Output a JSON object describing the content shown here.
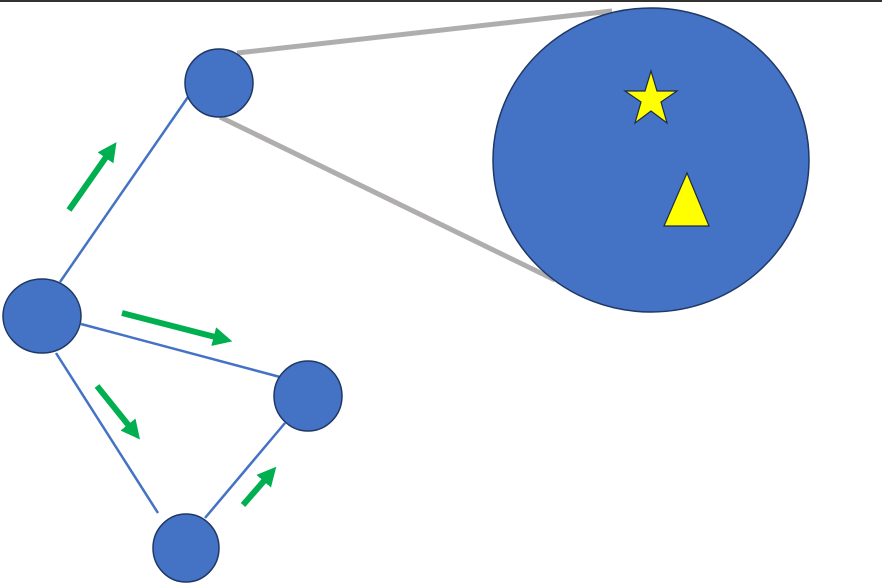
{
  "colors": {
    "node_fill": "#4472C4",
    "node_stroke": "#1F3864",
    "edge": "#4472C4",
    "zoom_connector": "#B0ADAD",
    "arrow": "#00B050",
    "symbol_fill": "#FFFF00"
  },
  "nodes": [
    "top-node",
    "left-node",
    "right-node",
    "bottom-node"
  ],
  "magnified_view": {
    "symbols": [
      "star-icon",
      "triangle-icon"
    ]
  }
}
